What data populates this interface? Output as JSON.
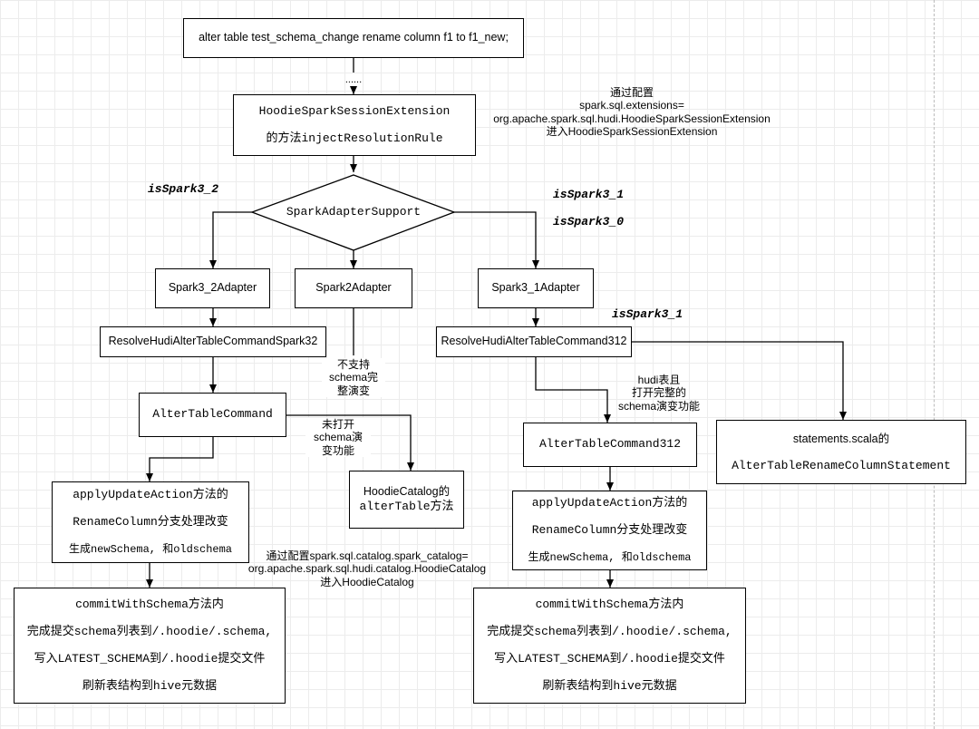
{
  "nodes": {
    "alter_sql": "alter table test_schema_change rename column f1 to f1_new;",
    "ellipsis": "......",
    "hoodie_ext_l1": "HoodieSparkSessionExtension",
    "hoodie_ext_l2": "的方法injectResolutionRule",
    "spark_adapter_support": "SparkAdapterSupport",
    "spark32_adapter": "Spark3_2Adapter",
    "spark2_adapter": "Spark2Adapter",
    "spark31_adapter": "Spark3_1Adapter",
    "resolve32": "ResolveHudiAlterTableCommandSpark32",
    "resolve312": "ResolveHudiAlterTableCommand312",
    "alter_table_command": "AlterTableCommand",
    "alter_table_command312": "AlterTableCommand312",
    "statements_l1": "statements.scala的",
    "statements_l2": "AlterTableRenameColumnStatement",
    "hoodie_catalog_l1": "HoodieCatalog的",
    "hoodie_catalog_l2": "alterTable方法",
    "apply_left": [
      "applyUpdateAction方法的",
      "RenameColumn分支处理改变",
      "生成newSchema, 和oldschema"
    ],
    "apply_right": [
      "applyUpdateAction方法的",
      "RenameColumn分支处理改变",
      "生成newSchema, 和oldschema"
    ],
    "commit_left": [
      "commitWithSchema方法内",
      "完成提交schema列表到/.hoodie/.schema,",
      "写入LATEST_SCHEMA到/.hoodie提交文件",
      "刷新表结构到hive元数据"
    ],
    "commit_right": [
      "commitWithSchema方法内",
      "完成提交schema列表到/.hoodie/.schema,",
      "写入LATEST_SCHEMA到/.hoodie提交文件",
      "刷新表结构到hive元数据"
    ]
  },
  "labels": {
    "config_ext": [
      "通过配置",
      "spark.sql.extensions=",
      "org.apache.spark.sql.hudi.HoodieSparkSessionExtension",
      "进入HoodieSparkSessionExtension"
    ],
    "is_spark32": "isSpark3_2",
    "is_spark31_a": "isSpark3_1",
    "is_spark30": "isSpark3_0",
    "is_spark31_b": "isSpark3_1",
    "not_support": [
      "不支持",
      "schema完",
      "整演变"
    ],
    "not_open": [
      "未打开",
      "schema演",
      "变功能"
    ],
    "hudi_table": [
      "hudi表且",
      "打开完整的",
      "schema演变功能"
    ],
    "config_catalog": [
      "通过配置spark.sql.catalog.spark_catalog=",
      "org.apache.spark.sql.hudi.catalog.HoodieCatalog",
      "进入HoodieCatalog"
    ]
  }
}
